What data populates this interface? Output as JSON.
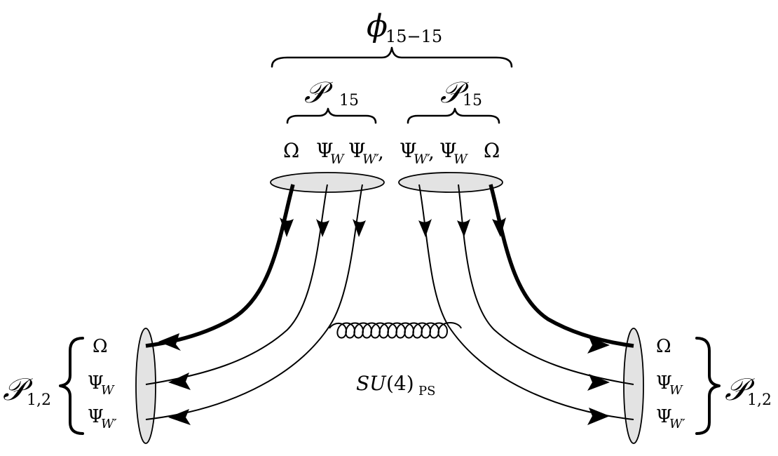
{
  "title": {
    "symbol": "ϕ",
    "subscript": "15−15"
  },
  "top_groups": [
    {
      "symbol": "𝒫",
      "subscript": "15"
    },
    {
      "symbol": "𝒫",
      "subscript": "15"
    }
  ],
  "top_fields": {
    "left": [
      {
        "symbol": "Ω",
        "subscript": ""
      },
      {
        "symbol": "Ψ",
        "subscript": "W"
      },
      {
        "symbol": "Ψ",
        "subscript": "W′",
        "suffix": ","
      }
    ],
    "right": [
      {
        "symbol": "Ψ",
        "subscript": "W′",
        "suffix": ","
      },
      {
        "symbol": "Ψ",
        "subscript": "W"
      },
      {
        "symbol": "Ω",
        "subscript": ""
      }
    ]
  },
  "side_fields": [
    {
      "symbol": "Ω",
      "subscript": ""
    },
    {
      "symbol": "Ψ",
      "subscript": "W"
    },
    {
      "symbol": "Ψ",
      "subscript": "W′"
    }
  ],
  "side_groups": {
    "left": {
      "symbol": "𝒫",
      "subscript": "1,2"
    },
    "right": {
      "symbol": "𝒫",
      "subscript": "1,2"
    }
  },
  "gluon_label": {
    "main": "SU",
    "arg": "(4)",
    "subscript": "PS"
  },
  "icons": [
    "brace-icon",
    "ellipse-icon",
    "arrow-icon",
    "gluon-coil-icon"
  ]
}
